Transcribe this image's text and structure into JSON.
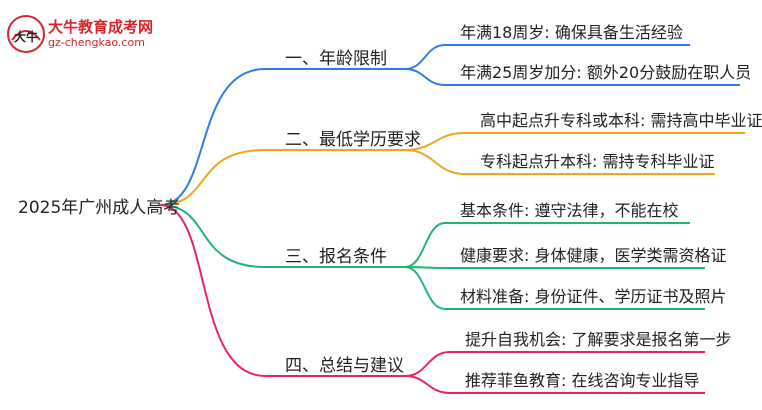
{
  "logo": {
    "title": "大牛教育成考网",
    "url": "gz-chengkao.com",
    "badge_text": "大牛"
  },
  "root": {
    "label": "2025年广州成人高考"
  },
  "branches": [
    {
      "label": "一、年龄限制",
      "color": "#2f7de1",
      "leaves": [
        {
          "label": "年满18周岁: 确保具备生活经验"
        },
        {
          "label": "年满25周岁加分: 额外20分鼓励在职人员"
        }
      ]
    },
    {
      "label": "二、最低学历要求",
      "color": "#f2a51a",
      "leaves": [
        {
          "label": "高中起点升专科或本科: 需持高中毕业证"
        },
        {
          "label": "专科起点升本科: 需持专科毕业证"
        }
      ]
    },
    {
      "label": "三、报名条件",
      "color": "#1fb574",
      "leaves": [
        {
          "label": "基本条件: 遵守法律，不能在校"
        },
        {
          "label": "健康要求: 身体健康，医学类需资格证"
        },
        {
          "label": "材料准备: 身份证件、学历证书及照片"
        }
      ]
    },
    {
      "label": "四、总结与建议",
      "color": "#e8236d",
      "leaves": [
        {
          "label": "提升自我机会: 了解要求是报名第一步"
        },
        {
          "label": "推荐菲鱼教育: 在线咨询专业指导"
        }
      ]
    }
  ]
}
